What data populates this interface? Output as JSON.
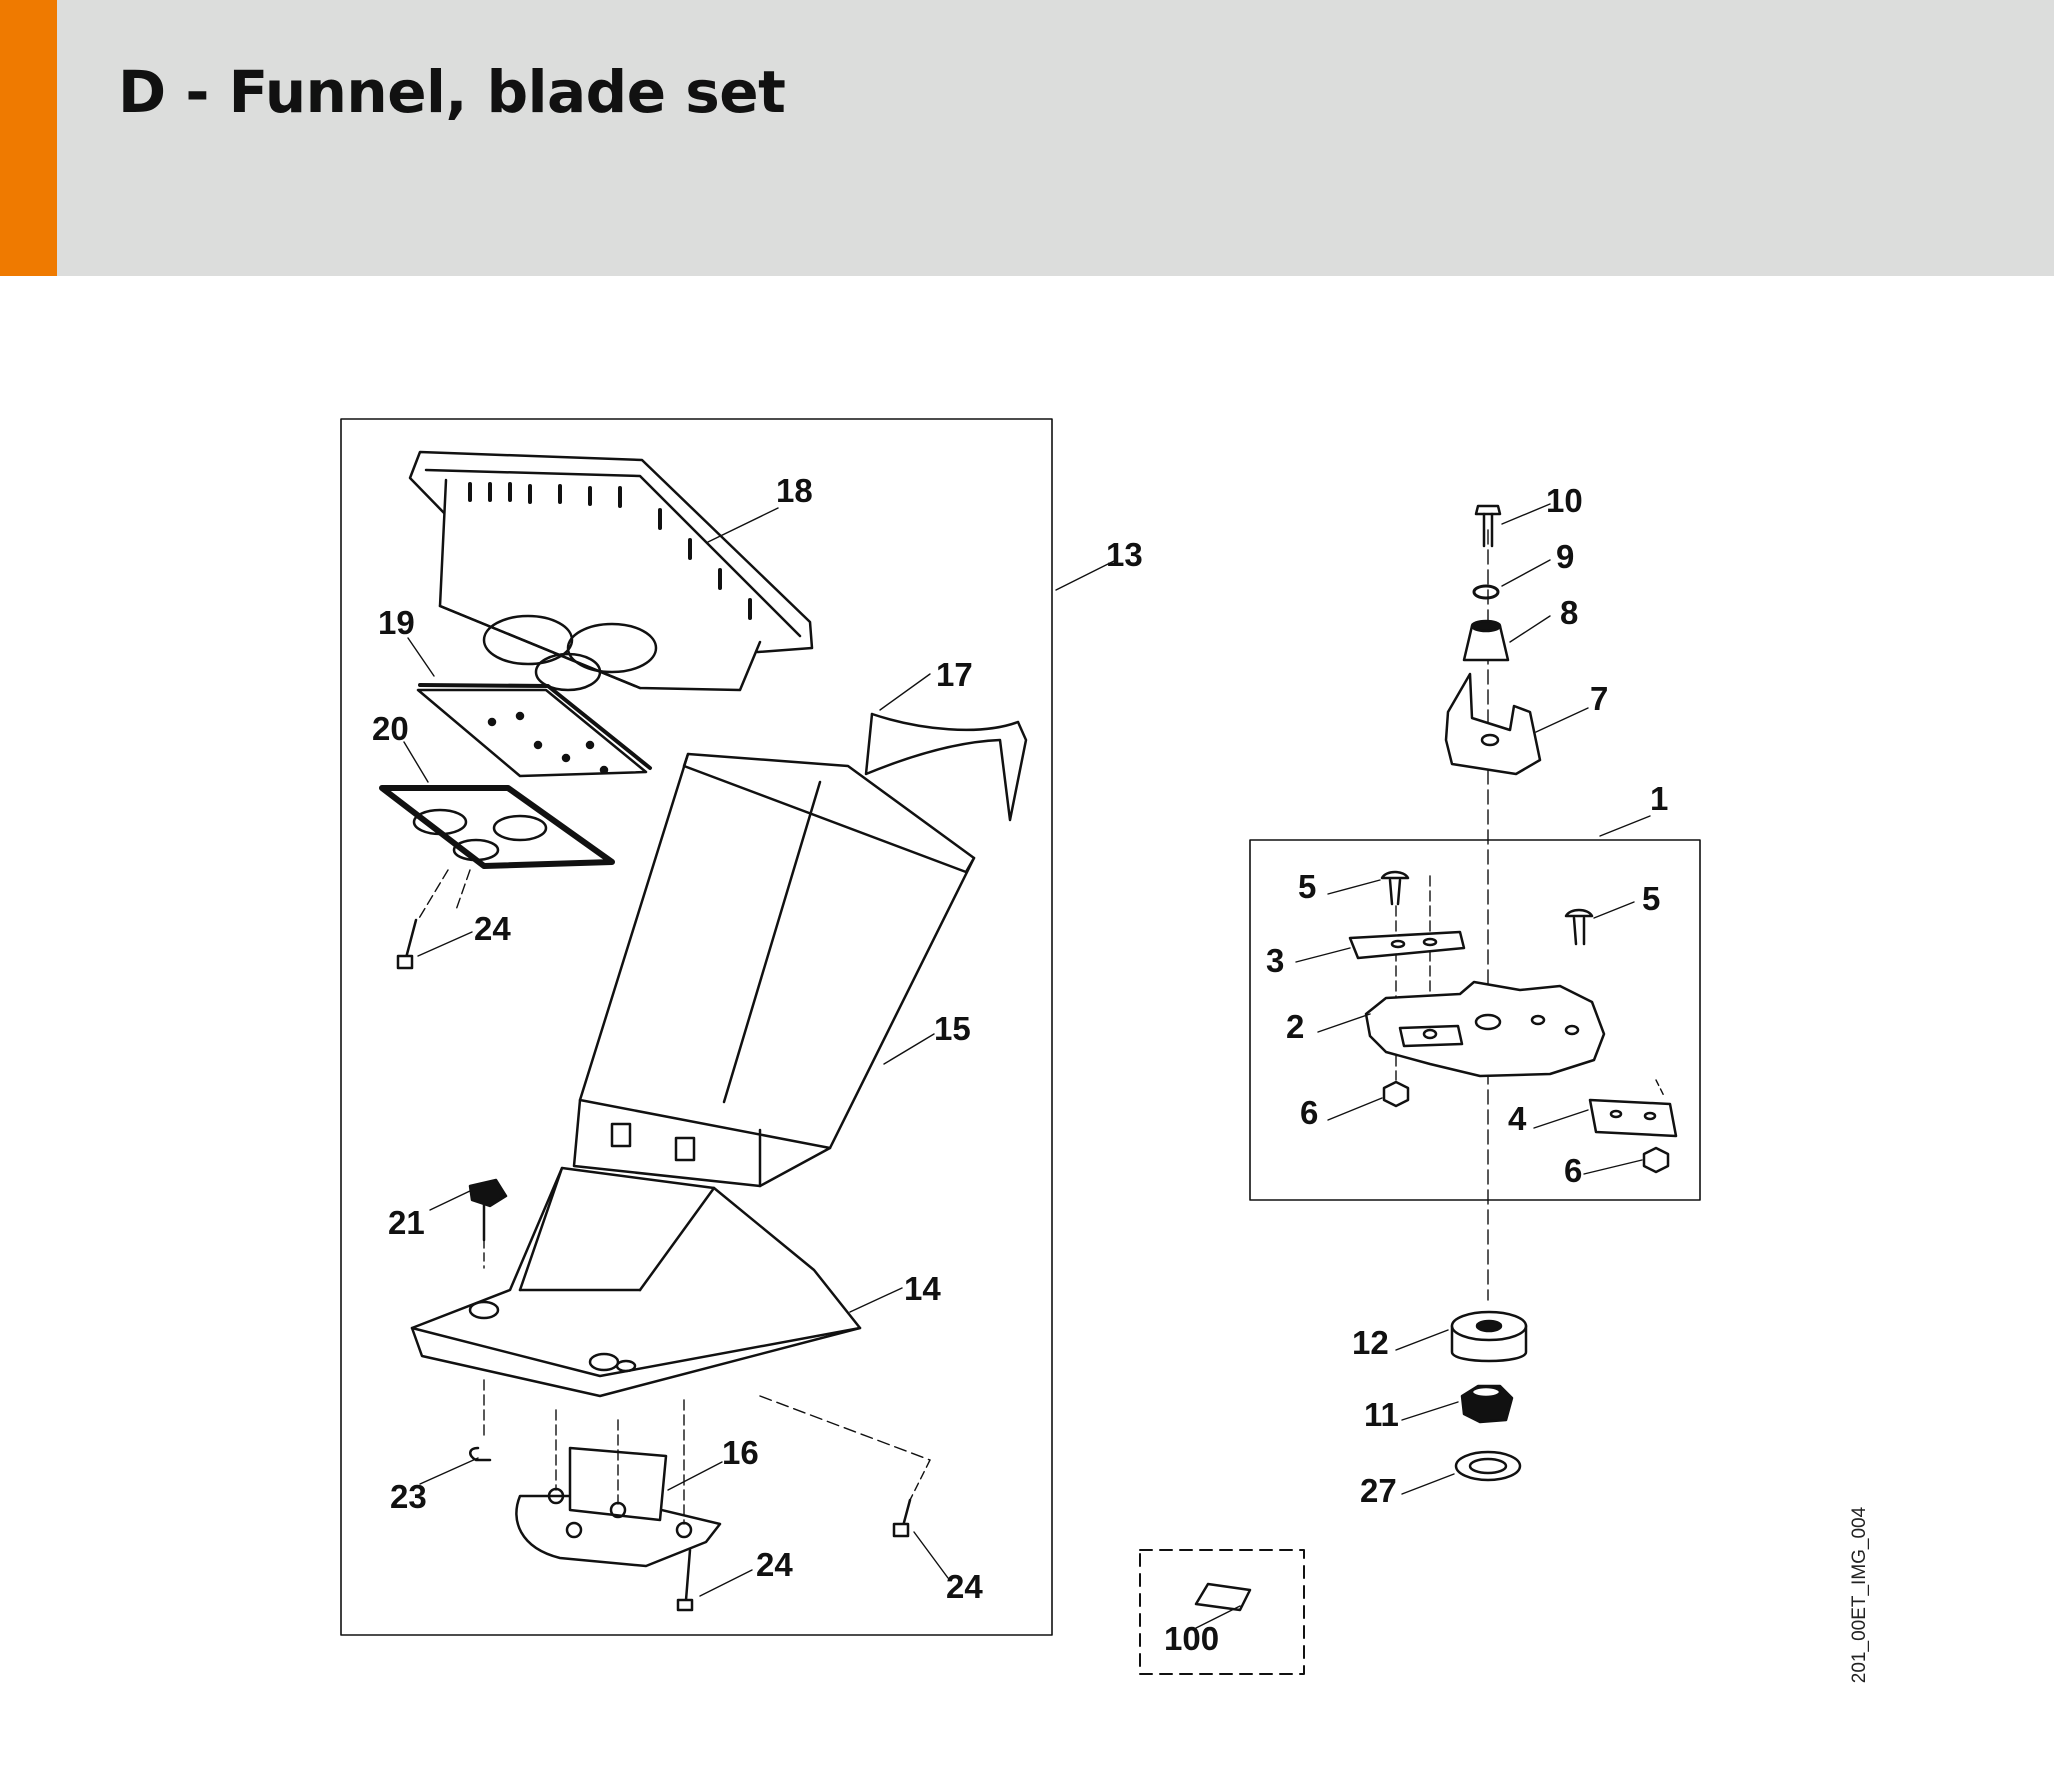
{
  "page": {
    "title": "D - Funnel, blade set",
    "accent_color": "#ef7a00",
    "header_bg": "#dcdddc"
  },
  "diagram": {
    "image_id": "201_00ET_IMG_004",
    "callouts": {
      "c1": "1",
      "c2": "2",
      "c3": "3",
      "c4": "4",
      "c5a": "5",
      "c5b": "5",
      "c6a": "6",
      "c6b": "6",
      "c7": "7",
      "c8": "8",
      "c9": "9",
      "c10": "10",
      "c11": "11",
      "c12": "12",
      "c13": "13",
      "c14": "14",
      "c15": "15",
      "c16": "16",
      "c17": "17",
      "c18": "18",
      "c19": "19",
      "c20": "20",
      "c21": "21",
      "c23": "23",
      "c24a": "24",
      "c24b": "24",
      "c24c": "24",
      "c27": "27",
      "c100": "100"
    }
  }
}
